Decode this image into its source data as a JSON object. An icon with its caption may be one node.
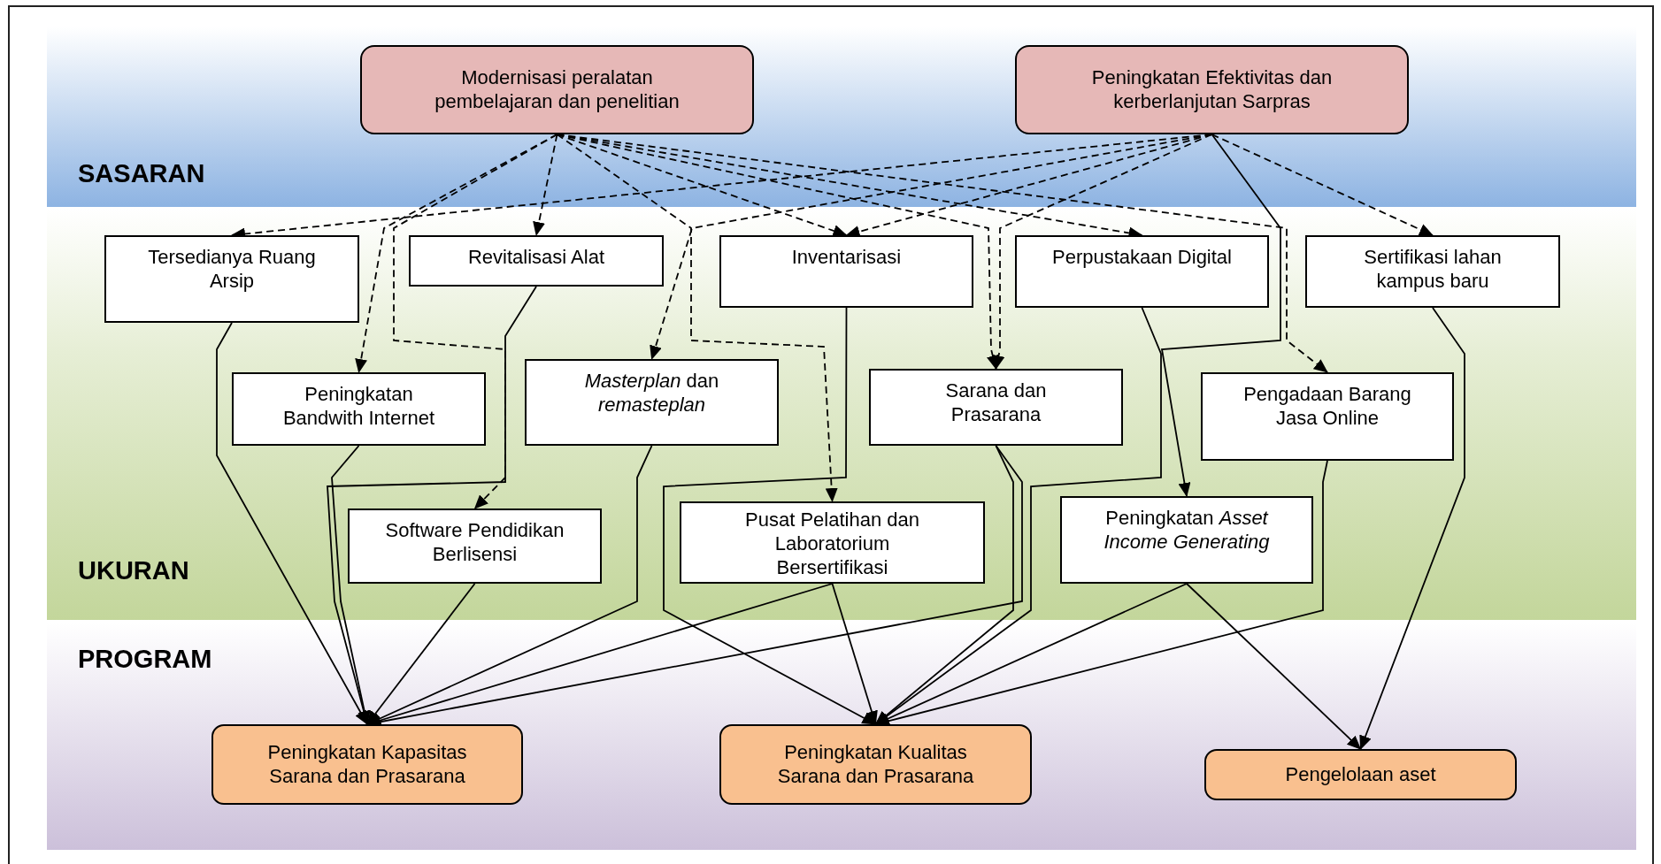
{
  "diagram": {
    "nodes": [
      {
        "text": [
          "Modernisasi peralatan pembelajaran dan penelitian"
        ]
      },
      {
        "text": [
          "Peningkatan Efektivitas dan kerberlanjutan Sarpras"
        ]
      },
      {
        "text": [
          "Tersedianya Ruang Arsip"
        ]
      },
      {
        "text": [
          "Revitalisasi Alat"
        ]
      },
      {
        "text": [
          "Inventarisasi"
        ]
      },
      {
        "text": [
          "Perpustakaan Digital"
        ]
      },
      {
        "text": [
          "Sertifikasi lahan kampus baru"
        ]
      },
      {
        "text": [
          "Peningkatan Bandwith Internet"
        ]
      },
      {
        "text": [
          "*Masterplan* dan *remasteplan*"
        ]
      },
      {
        "text": [
          "Sarana dan Prasarana"
        ]
      },
      {
        "text": [
          "Pengadaan Barang Jasa Online"
        ]
      },
      {
        "text": [
          "Software Pendidikan Berlisensi"
        ]
      },
      {
        "text": [
          "Pusat Pelatihan dan Laboratorium Bersertifikasi"
        ]
      },
      {
        "text": [
          "Peningkatan *Asset Income Generating*"
        ]
      },
      {
        "text": [
          "Peningkatan Kapasitas Sarana dan Prasarana"
        ]
      },
      {
        "text": [
          "Peningkatan Kualitas Sarana dan Prasarana"
        ]
      },
      {
        "text": [
          "Pengelolaan aset"
        ]
      }
    ],
    "edges": [
      {
        "from": 0,
        "to": 3,
        "arrow": "to",
        "style": "dashed"
      },
      {
        "from": 0,
        "to": 7,
        "arrow": "to",
        "style": "dashed"
      },
      {
        "from": 0,
        "to": 11,
        "arrow": "to",
        "style": "dashed"
      },
      {
        "from": 0,
        "to": 12,
        "arrow": "to",
        "style": "dashed"
      },
      {
        "from": 0,
        "to": 9,
        "arrow": "to",
        "style": "dashed"
      },
      {
        "from": 0,
        "to": 4,
        "arrow": "to",
        "style": "dashed"
      },
      {
        "from": 0,
        "to": 5,
        "arrow": "to",
        "style": "dashed"
      },
      {
        "from": 0,
        "to": 10,
        "arrow": "to",
        "style": "dashed"
      },
      {
        "from": 1,
        "to": 2,
        "arrow": "to",
        "style": "dashed"
      },
      {
        "from": 1,
        "to": 4,
        "arrow": "to",
        "style": "dashed"
      },
      {
        "from": 1,
        "to": 8,
        "arrow": "to",
        "style": "dashed"
      },
      {
        "from": 1,
        "to": 9,
        "arrow": "to",
        "style": "dashed"
      },
      {
        "from": 1,
        "to": 6,
        "arrow": "to",
        "style": "dashed"
      },
      {
        "from": 1,
        "to": 13,
        "arrow": "to"
      },
      {
        "from": 2,
        "to": 14,
        "arrow": "to"
      },
      {
        "from": 7,
        "to": 14,
        "arrow": "to"
      },
      {
        "from": 3,
        "to": 14,
        "arrow": "to"
      },
      {
        "from": 11,
        "to": 14,
        "arrow": "to"
      },
      {
        "from": 8,
        "to": 14,
        "arrow": "to"
      },
      {
        "from": 9,
        "to": 14,
        "arrow": "to"
      },
      {
        "from": 12,
        "to": 14,
        "arrow": "to"
      },
      {
        "from": 4,
        "to": 15,
        "arrow": "to"
      },
      {
        "from": 9,
        "to": 15,
        "arrow": "to"
      },
      {
        "from": 5,
        "to": 15,
        "arrow": "to"
      },
      {
        "from": 12,
        "to": 15,
        "arrow": "to"
      },
      {
        "from": 10,
        "to": 15,
        "arrow": "to"
      },
      {
        "from": 13,
        "to": 15,
        "arrow": "to"
      },
      {
        "from": 13,
        "to": 16,
        "arrow": "to"
      },
      {
        "from": 6,
        "to": 16,
        "arrow": "to"
      }
    ],
    "labels": [
      "SASARAN",
      "UKURAN",
      "PROGRAM"
    ]
  }
}
